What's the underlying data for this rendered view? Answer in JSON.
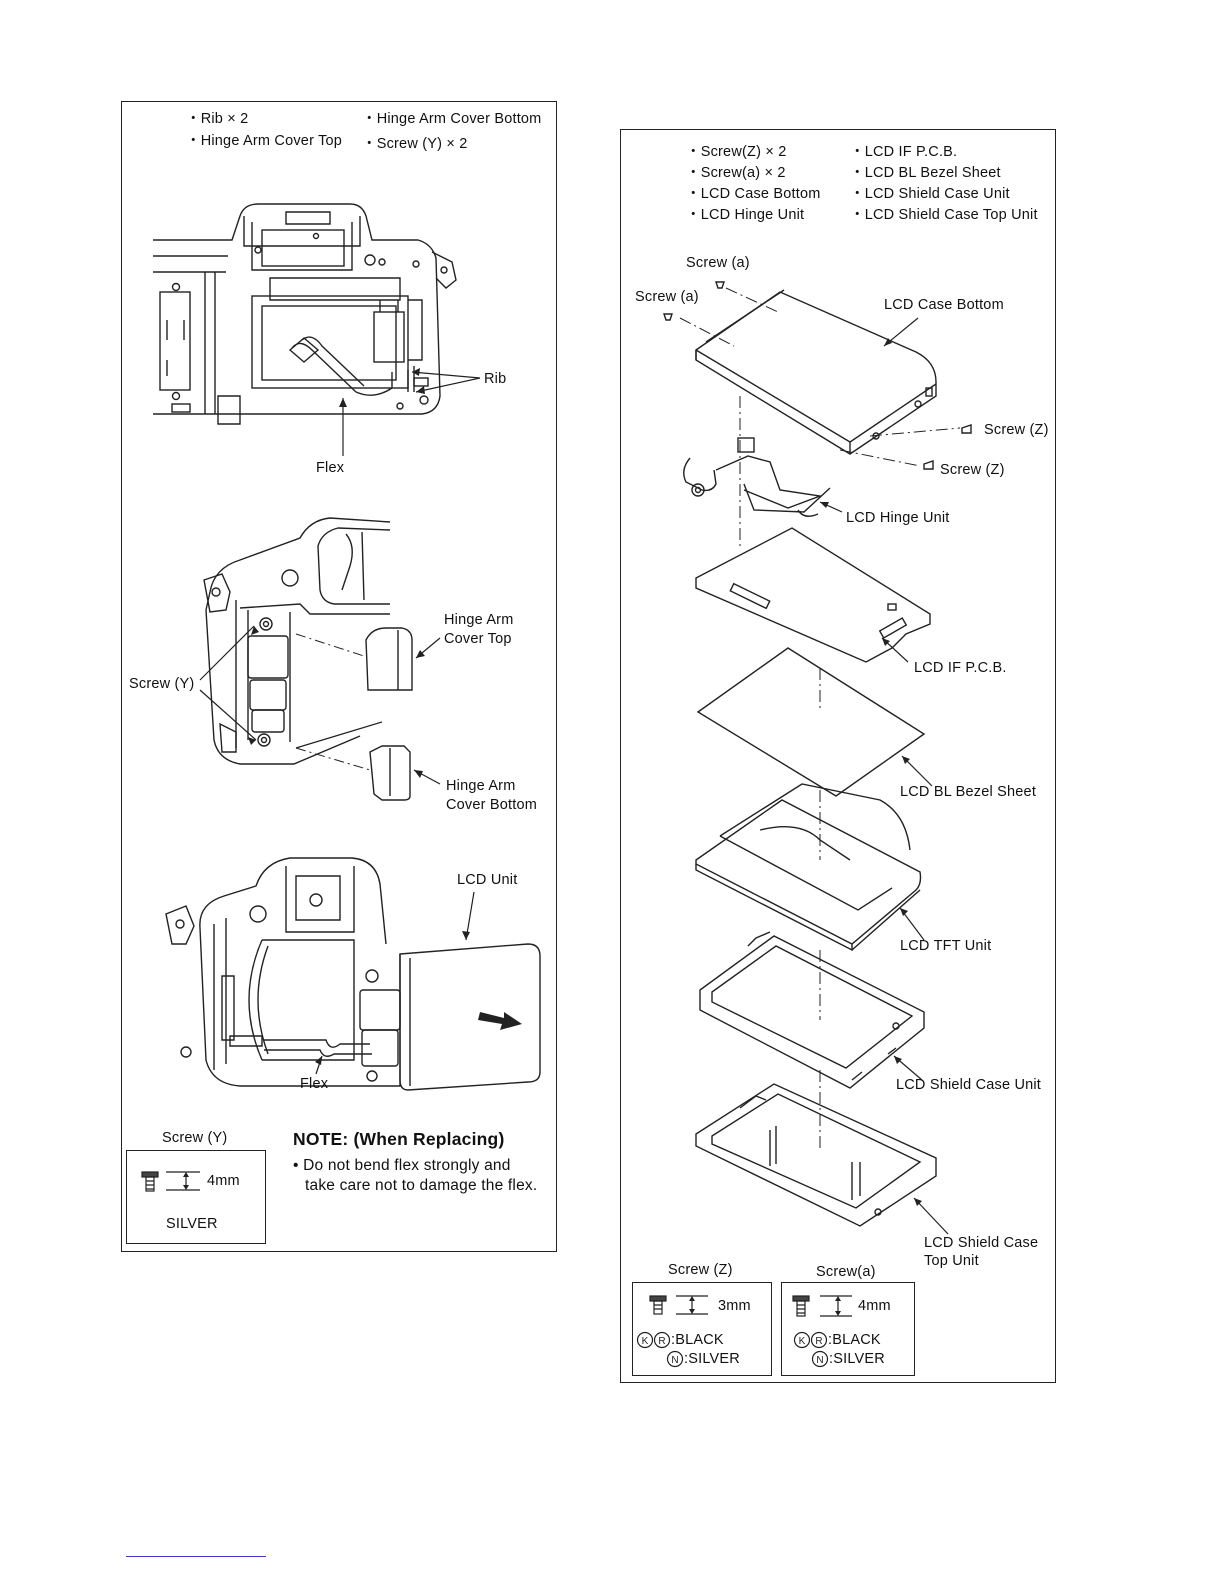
{
  "left_panel": {
    "parts_list": [
      "・Rib × 2",
      "・Hinge Arm Cover Top",
      "・Hinge Arm Cover Bottom",
      "・Screw (Y) × 2"
    ],
    "callouts": {
      "rib": "Rib",
      "flex_top": "Flex",
      "hinge_arm_cover_top": [
        "Hinge Arm",
        "Cover Top"
      ],
      "screw_y": "Screw (Y)",
      "hinge_arm_cover_bottom": [
        "Hinge Arm",
        "Cover Bottom"
      ],
      "lcd_unit": "LCD Unit",
      "flex_bottom": "Flex"
    },
    "screw_spec": {
      "caption": "Screw (Y)",
      "size": "4mm",
      "finish": "SILVER"
    },
    "note": {
      "title": "NOTE: (When Replacing)",
      "lines": [
        "• Do not bend flex strongly and",
        "take care not to damage the flex."
      ]
    }
  },
  "right_panel": {
    "parts_list": [
      "・Screw(Z) × 2",
      "・Screw(a) × 2",
      "・LCD Case Bottom",
      "・LCD Hinge Unit",
      "・LCD IF P.C.B.",
      "・LCD BL Bezel Sheet",
      "・LCD Shield Case Unit",
      "・LCD Shield Case Top Unit"
    ],
    "callouts": {
      "screw_a_1": "Screw (a)",
      "screw_a_2": "Screw (a)",
      "lcd_case_bottom": "LCD Case Bottom",
      "screw_z_1": "Screw (Z)",
      "screw_z_2": "Screw (Z)",
      "lcd_hinge_unit": "LCD Hinge Unit",
      "lcd_if_pcb": "LCD IF P.C.B.",
      "lcd_bl_bezel_sheet": "LCD BL Bezel Sheet",
      "lcd_tft_unit": "LCD TFT Unit",
      "lcd_shield_case_unit": "LCD Shield Case Unit",
      "lcd_shield_case_top_unit": [
        "LCD Shield Case",
        "Top Unit"
      ]
    },
    "screw_specs": [
      {
        "caption": "Screw (Z)",
        "size": "3mm",
        "black": ":BLACK",
        "silver": ":SILVER"
      },
      {
        "caption": "Screw(a)",
        "size": "4mm",
        "black": ":BLACK",
        "silver": ":SILVER"
      }
    ]
  }
}
